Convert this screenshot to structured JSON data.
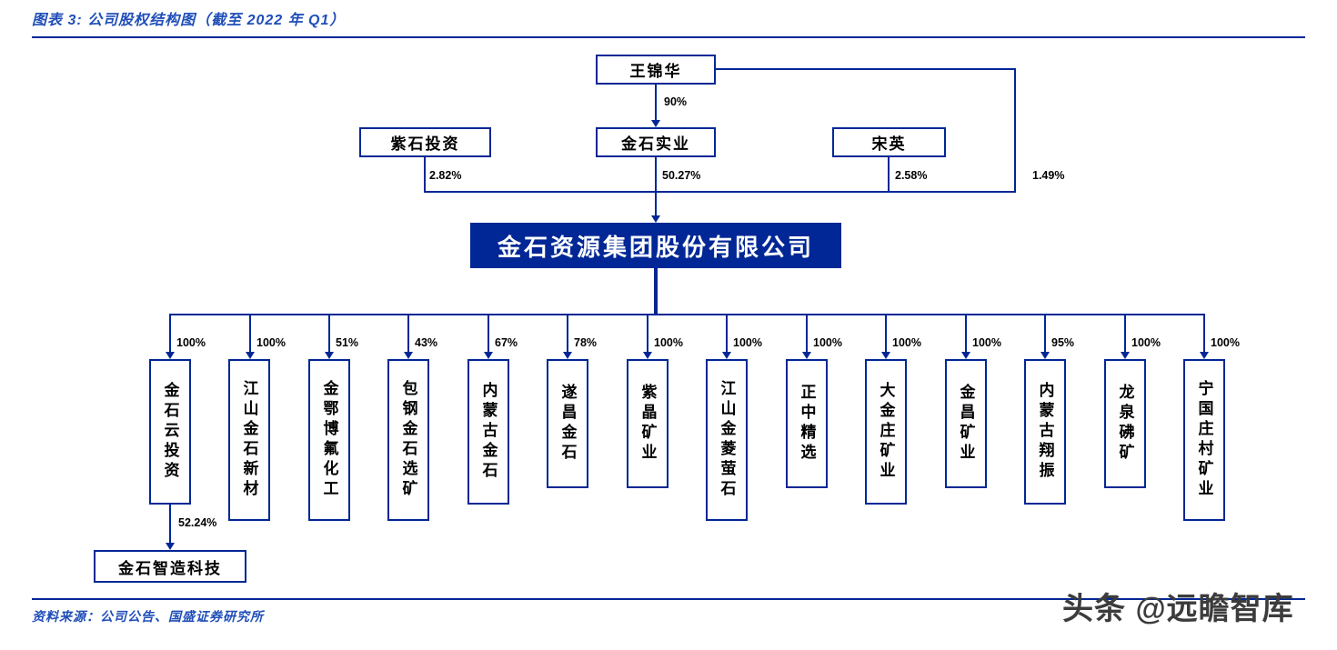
{
  "header": {
    "title": "图表 3:  公司股权结构图（截至 2022 年 Q1）"
  },
  "diagram": {
    "founder": {
      "name": "王锦华"
    },
    "founder_to_jinshi_pct": "90%",
    "direct_holding_pct": "1.49%",
    "holders": [
      {
        "name": "紫石投资",
        "pct": "2.82%"
      },
      {
        "name": "金石实业",
        "pct": "50.27%"
      },
      {
        "name": "宋英",
        "pct": "2.58%"
      }
    ],
    "company": {
      "name": "金石资源集团股份有限公司"
    },
    "subsidiaries": [
      {
        "name": "金石云投资",
        "pct": "100%"
      },
      {
        "name": "江山金石新材",
        "pct": "100%"
      },
      {
        "name": "金鄂博氟化工",
        "pct": "51%"
      },
      {
        "name": "包钢金石选矿",
        "pct": "43%"
      },
      {
        "name": "内蒙古金石",
        "pct": "67%"
      },
      {
        "name": "遂昌金石",
        "pct": "78%"
      },
      {
        "name": "紫晶矿业",
        "pct": "100%"
      },
      {
        "name": "江山金菱萤石",
        "pct": "100%"
      },
      {
        "name": "正中精选",
        "pct": "100%"
      },
      {
        "name": "大金庄矿业",
        "pct": "100%"
      },
      {
        "name": "金昌矿业",
        "pct": "100%"
      },
      {
        "name": "内蒙古翔振",
        "pct": "95%"
      },
      {
        "name": "龙泉砩矿",
        "pct": "100%"
      },
      {
        "name": "宁国庄村矿业",
        "pct": "100%"
      }
    ],
    "grandchild": {
      "name": "金石智造科技",
      "pct": "52.24%"
    }
  },
  "footer": {
    "source": "资料来源：公司公告、国盛证券研究所",
    "watermark": "头条 @远瞻智库"
  }
}
